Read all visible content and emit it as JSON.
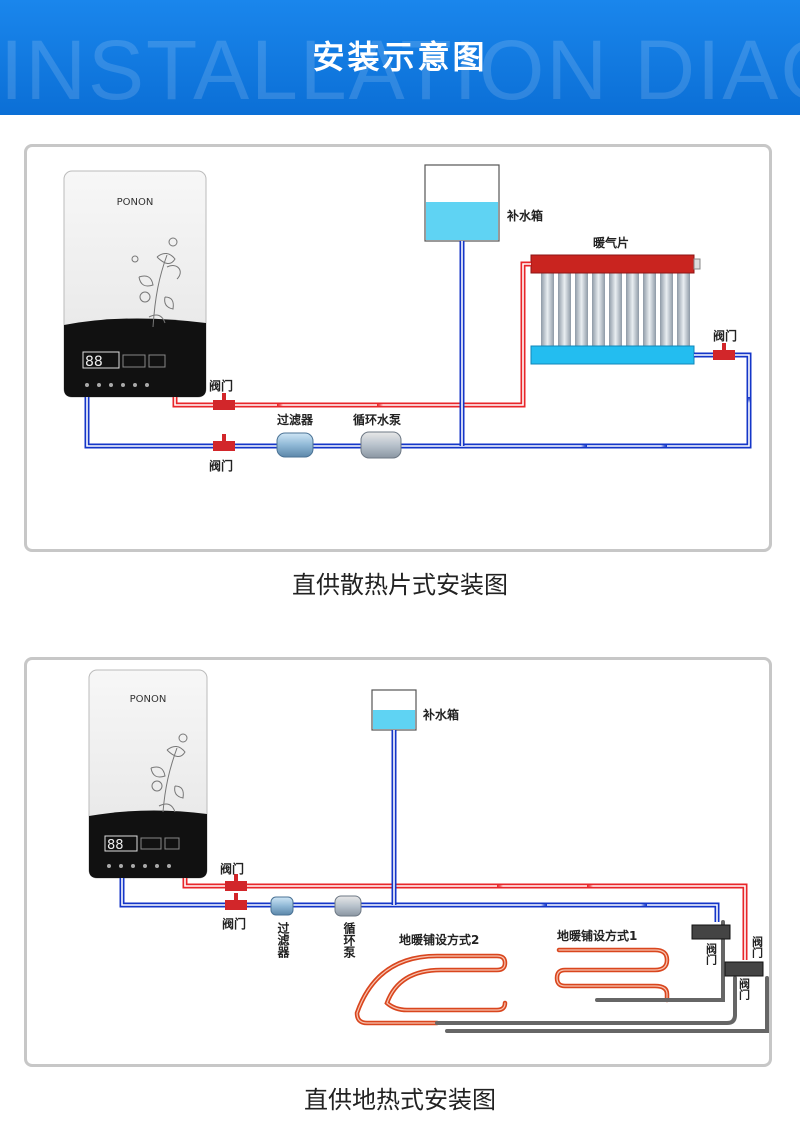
{
  "header": {
    "background_text": "INSTALLATION DIAGRAM",
    "title": "安装示意图"
  },
  "colors": {
    "header_blue": "#0b6fd6",
    "hot_pipe": "#e8262a",
    "cold_pipe": "#1436c8",
    "tank_water": "#5fd3f3"
  },
  "diagram1": {
    "caption": "直供散热片式安装图",
    "brand": "PONON",
    "labels": {
      "tank": "补水箱",
      "radiator": "暖气片",
      "valve_radiator": "阀门",
      "valve_top": "阀门",
      "valve_bottom": "阀门",
      "filter": "过滤器",
      "pump": "循环水泵"
    }
  },
  "diagram2": {
    "caption": "直供地热式安装图",
    "brand": "PONON",
    "labels": {
      "tank": "补水箱",
      "valve_top": "阀门",
      "valve_bottom": "阀门",
      "filter": "过滤器",
      "pump": "循环泵",
      "floor_mode_2": "地暖铺设方式2",
      "floor_mode_1": "地暖铺设方式1",
      "manifold_valve_1": "阀门",
      "manifold_valve_2": "阀门",
      "manifold_valve_3": "阀门"
    }
  }
}
